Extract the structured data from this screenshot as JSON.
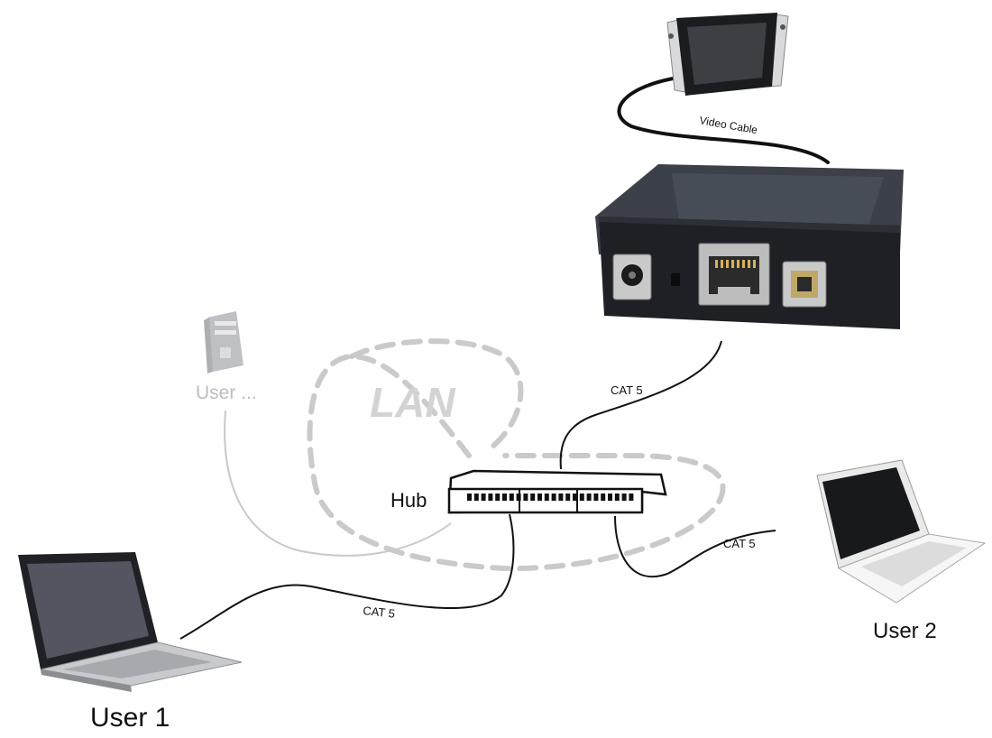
{
  "labels": {
    "video_cable": "Video Cable",
    "cat5_top": "CAT 5",
    "cat5_right": "CAT 5",
    "cat5_bottom": "CAT 5",
    "lan": "LAN",
    "hub": "Hub",
    "user_faded": "User ...",
    "user1": "User 1",
    "user2": "User 2"
  },
  "colors": {
    "device_body": "#1f2126",
    "device_top": "#3b4049",
    "cable": "#111111",
    "lan_dash": "#c8c8c8",
    "faded": "#b9b9b9",
    "text": "#111111"
  }
}
